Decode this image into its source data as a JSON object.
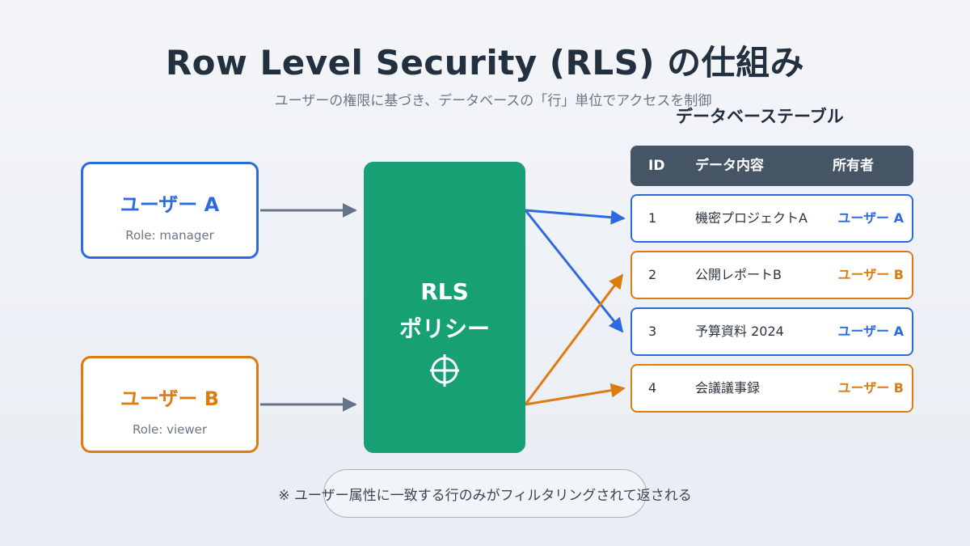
{
  "title": "Row Level Security (RLS) の仕組み",
  "subtitle": "ユーザーの権限に基づき、データベースの「行」単位でアクセスを制御",
  "users": [
    {
      "name": "ユーザー A",
      "role": "Role: manager"
    },
    {
      "name": "ユーザー B",
      "role": "Role: viewer"
    }
  ],
  "policy": {
    "line1": "RLS",
    "line2": "ポリシー",
    "icon": "filter-target-icon"
  },
  "table": {
    "title": "データベーステーブル",
    "headers": [
      "ID",
      "データ内容",
      "所有者"
    ],
    "rows": [
      {
        "id": "1",
        "content": "機密プロジェクトA",
        "owner": "ユーザー A"
      },
      {
        "id": "2",
        "content": "公開レポートB",
        "owner": "ユーザー B"
      },
      {
        "id": "3",
        "content": "予算資料 2024",
        "owner": "ユーザー A"
      },
      {
        "id": "4",
        "content": "会議議事録",
        "owner": "ユーザー B"
      }
    ]
  },
  "footnote": "※ ユーザー属性に一致する行のみがフィルタリングされて返される",
  "colors": {
    "user_a": "#2d6ae0",
    "user_b": "#dc7c10",
    "policy": "#16a074",
    "header": "#465566",
    "arrow": "#647387"
  }
}
